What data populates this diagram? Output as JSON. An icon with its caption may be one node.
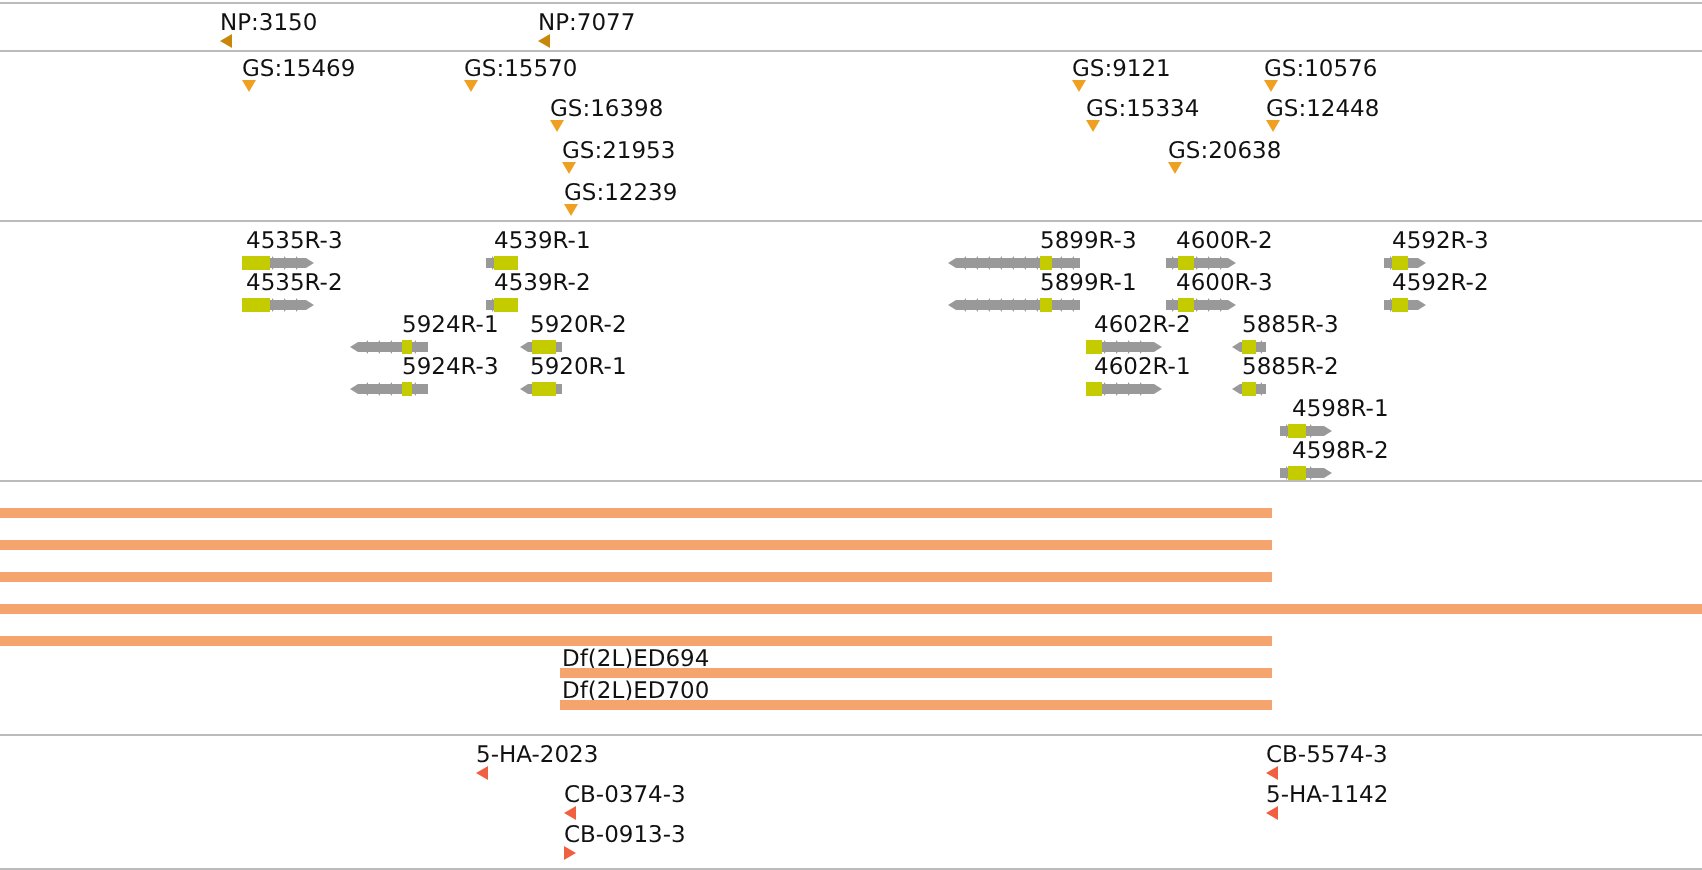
{
  "diagram": {
    "nodes": [
      {
        "text": [
          "NP:3150"
        ]
      },
      {
        "text": [
          "NP:7077"
        ]
      },
      {
        "text": [
          "GS:15469"
        ]
      },
      {
        "text": [
          "GS:15570"
        ]
      },
      {
        "text": [
          "GS:9121"
        ]
      },
      {
        "text": [
          "GS:10576"
        ]
      },
      {
        "text": [
          "GS:16398"
        ]
      },
      {
        "text": [
          "GS:15334"
        ]
      },
      {
        "text": [
          "GS:12448"
        ]
      },
      {
        "text": [
          "GS:21953"
        ]
      },
      {
        "text": [
          "GS:20638"
        ]
      },
      {
        "text": [
          "GS:12239"
        ]
      },
      {
        "text": [
          "4535R-3"
        ]
      },
      {
        "text": [
          "4539R-1"
        ]
      },
      {
        "text": [
          "5899R-3"
        ]
      },
      {
        "text": [
          "4600R-2"
        ]
      },
      {
        "text": [
          "4592R-3"
        ]
      },
      {
        "text": [
          "4535R-2"
        ]
      },
      {
        "text": [
          "4539R-2"
        ]
      },
      {
        "text": [
          "5899R-1"
        ]
      },
      {
        "text": [
          "4600R-3"
        ]
      },
      {
        "text": [
          "4592R-2"
        ]
      },
      {
        "text": [
          "5924R-1"
        ]
      },
      {
        "text": [
          "5920R-2"
        ]
      },
      {
        "text": [
          "4602R-2"
        ]
      },
      {
        "text": [
          "5885R-3"
        ]
      },
      {
        "text": [
          "5924R-3"
        ]
      },
      {
        "text": [
          "5920R-1"
        ]
      },
      {
        "text": [
          "4602R-1"
        ]
      },
      {
        "text": [
          "5885R-2"
        ]
      },
      {
        "text": [
          "4598R-1"
        ]
      },
      {
        "text": [
          "4598R-2"
        ]
      },
      {
        "text": [],
        "shape": "bar"
      },
      {
        "text": [],
        "shape": "bar"
      },
      {
        "text": [],
        "shape": "bar"
      },
      {
        "text": [],
        "shape": "bar"
      },
      {
        "text": [],
        "shape": "bar"
      },
      {
        "text": [
          "Df(2L)ED694"
        ]
      },
      {
        "text": [
          "Df(2L)ED700"
        ]
      },
      {
        "text": [
          "5-HA-2023"
        ]
      },
      {
        "text": [
          "CB-5574-3"
        ]
      },
      {
        "text": [
          "CB-0374-3"
        ]
      },
      {
        "text": [
          "5-HA-1142"
        ]
      },
      {
        "text": [
          "CB-0913-3"
        ]
      }
    ]
  }
}
